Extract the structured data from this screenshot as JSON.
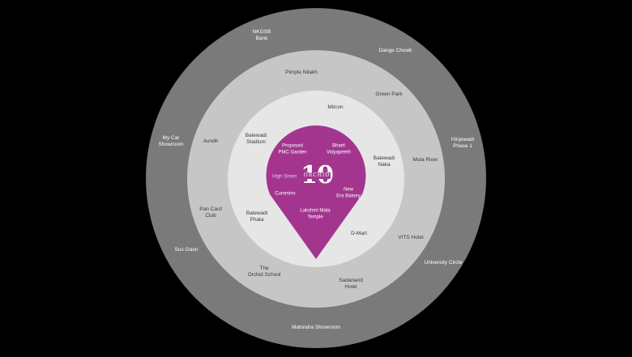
{
  "colors": {
    "background": "#000000",
    "outer_ring": "#7a7a7a",
    "middle_ring": "#c6c6c6",
    "inner_ring": "#e6e6e6",
    "pin": "#a3358f"
  },
  "logo": {
    "number": "10",
    "word": "ORCHID"
  },
  "outer_ring": {
    "nkgsb_bank": "NKGSB\nBank",
    "dange_chowk": "Dange Chowk",
    "my_car_showroom": "My Car\nShowroom",
    "hinjewadi_phase_1": "Hinjewadi\nPhase 1",
    "sus_gaon": "Sus Gaon",
    "university_circle": "University Circle",
    "mahindra_showroom": "Mahindra Showroom"
  },
  "middle_ring": {
    "pimple_nilakh": "Pimple Nilakh",
    "green_park": "Green Park",
    "aundh": "Aundh",
    "mula_river": "Mula River",
    "pan_card_club": "Pan Card\nClub",
    "vits_hotel": "VITS Hotel",
    "orchid_school": "The\nOrchid School",
    "sadanand_hotel": "Sadanand\nHotel"
  },
  "inner_ring": {
    "mitcon": "Mitcon",
    "balewadi_stadium": "Balewadi\nStadium",
    "balewadi_naka": "Balewadi\nNaka",
    "balewadi_phata": "Balewadi\nPhata",
    "d_mart": "D-Mart"
  },
  "pin": {
    "pmc_garden": "Proposed\nPMC Garden",
    "bharti_vidyapeeth": "Bharti\nVidyapeeth",
    "high_street": "High Street",
    "cummins": "Cummins",
    "new_era_bakery": "New\nEra Bakery",
    "lakshmi_mata_temple": "Lakshmi Mata\nTemple"
  }
}
